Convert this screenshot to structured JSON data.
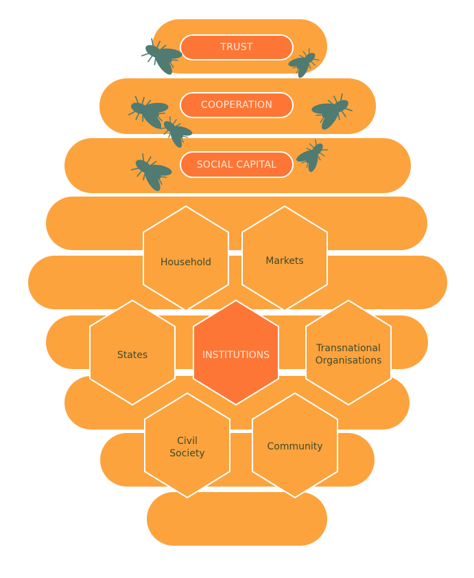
{
  "title_levels": [
    {
      "id": "trust",
      "label": "TRUST"
    },
    {
      "id": "cooperation",
      "label": "COOPERATION"
    },
    {
      "id": "social-capital",
      "label": "SOCIAL CAPITAL"
    }
  ],
  "hexagons": {
    "household": {
      "label": "Household"
    },
    "markets": {
      "label": "Markets"
    },
    "states": {
      "label": "States"
    },
    "institutions": {
      "label": "INSTITUTIONS"
    },
    "transnational": {
      "line1": "Transnational",
      "line2": "Organisations"
    },
    "civil_society": {
      "line1": "Civil",
      "line2": "Society"
    },
    "community": {
      "label": "Community"
    }
  },
  "colors": {
    "band": "#fca33e",
    "highlight": "#fe7636",
    "bee": "#4f7b72",
    "text": "#3e4a2a",
    "outline": "#ffffff"
  }
}
